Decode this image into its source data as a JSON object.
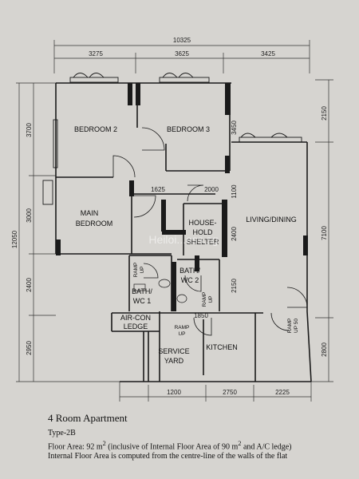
{
  "dimensions": {
    "overall_width": "10325",
    "top_segments": [
      "3275",
      "3625",
      "3425"
    ],
    "bottom_segments": [
      "1200",
      "2750",
      "2225"
    ],
    "left_heights": [
      "3700",
      "3000",
      "2400",
      "2950"
    ],
    "overall_height": "12050",
    "right_outer": [
      "2150",
      "7100",
      "2800"
    ],
    "inner": {
      "d3450": "3450",
      "d1100": "1100",
      "d2400": "2400",
      "d2150": "2150",
      "d1625": "1625",
      "d2000": "2000",
      "d1850": "1850"
    }
  },
  "rooms": {
    "bedroom2": "BEDROOM 2",
    "bedroom3": "BEDROOM 3",
    "main_bedroom_1": "MAIN",
    "main_bedroom_2": "BEDROOM",
    "household_shelter_1": "HOUSE-",
    "household_shelter_2": "HOLD",
    "household_shelter_3": "SHELTER",
    "living_dining": "LIVING/DINING",
    "bath1_1": "BATH/",
    "bath1_2": "WC  1",
    "bath2_1": "BATH/",
    "bath2_2": "WC  2",
    "aircon_1": "AIR-CON",
    "aircon_2": "LEDGE",
    "service_yard_1": "SERVICE",
    "service_yard_2": "YARD",
    "kitchen": "KITCHEN"
  },
  "labels": {
    "ramp": "RAMP",
    "up": "UP",
    "ramp_up_50": "UP 50"
  },
  "watermark": "Heiloi...ess.sg",
  "caption": {
    "title": "4 Room Apartment",
    "type": "Type-2B",
    "area_prefix": "Floor Area: 92 m",
    "area_sup": "2",
    "area_mid": "  (inclusive of Internal Floor Area of 90 m",
    "area_sup2": "2",
    "area_suffix": " and A/C ledge)",
    "note": "Internal Floor Area is computed from the centre-line of the walls of the flat"
  },
  "colors": {
    "paper": "#d6d4d0",
    "ink": "#1a1a1a"
  }
}
